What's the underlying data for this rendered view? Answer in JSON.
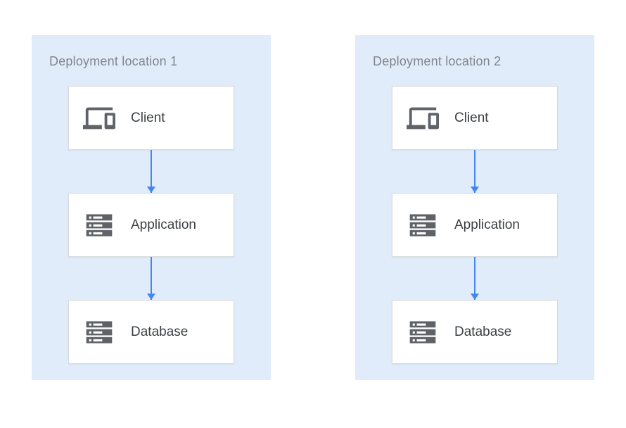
{
  "diagram": {
    "panels": [
      {
        "title": "Deployment location 1",
        "nodes": [
          {
            "label": "Client",
            "icon": "client-devices-icon"
          },
          {
            "label": "Application",
            "icon": "server-stack-icon"
          },
          {
            "label": "Database",
            "icon": "server-stack-icon"
          }
        ]
      },
      {
        "title": "Deployment location 2",
        "nodes": [
          {
            "label": "Client",
            "icon": "client-devices-icon"
          },
          {
            "label": "Application",
            "icon": "server-stack-icon"
          },
          {
            "label": "Database",
            "icon": "server-stack-icon"
          }
        ]
      }
    ]
  },
  "colors": {
    "canvas_bg": "#ffffff",
    "panel_bg": "#e1ecfa",
    "panel_title": "#80868b",
    "node_bg": "#ffffff",
    "node_border": "#d6dade",
    "node_label": "#3c4043",
    "icon": "#5f6368",
    "arrow": "#4285f4"
  }
}
